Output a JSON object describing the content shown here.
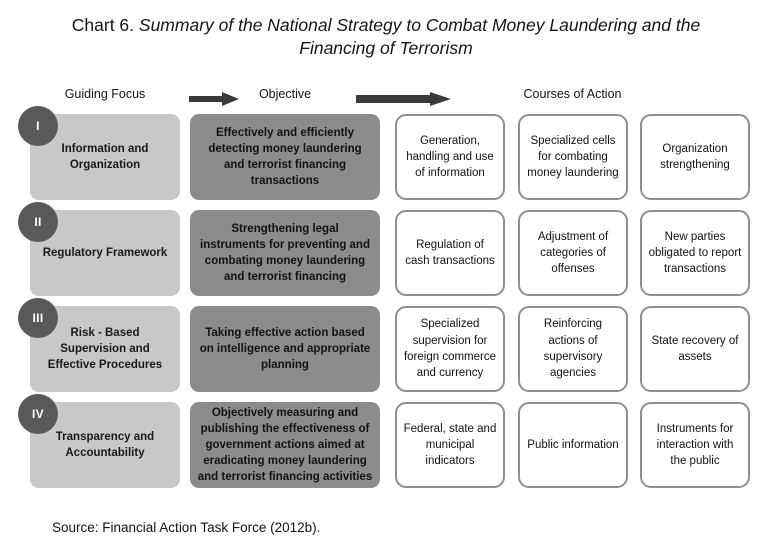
{
  "title": {
    "prefix": "Chart 6.",
    "main": "Summary of the National Strategy to Combat Money Laundering and the Financing of Terrorism"
  },
  "columns": {
    "guiding_focus": "Guiding Focus",
    "objective": "Objective",
    "courses_of_action": "Courses of Action"
  },
  "colors": {
    "numeral_circle": "#595959",
    "focus_box": "#c8c8c8",
    "objective_box": "#8c8c8c",
    "action_box_border": "#8f8f8f",
    "action_box_fill": "#ffffff",
    "arrow": "#3a3a3a"
  },
  "rows": [
    {
      "numeral": "I",
      "focus": "Information and Organization",
      "objective": "Effectively and efficiently detecting money laundering and terrorist financing transactions",
      "actions": [
        "Generation, handling and use of information",
        "Specialized cells for combating money laundering",
        "Organization strengthening"
      ]
    },
    {
      "numeral": "II",
      "focus": "Regulatory Framework",
      "objective": "Strengthening legal instruments for preventing and combating money laundering and terrorist financing",
      "actions": [
        "Regulation of cash transactions",
        "Adjustment of categories of offenses",
        "New parties obligated to report transactions"
      ]
    },
    {
      "numeral": "III",
      "focus": "Risk - Based Supervision and Effective Procedures",
      "objective": "Taking effective action based on intelligence and appropriate planning",
      "actions": [
        "Specialized supervision for foreign commerce and currency",
        "Reinforcing actions of supervisory agencies",
        "State recovery of assets"
      ]
    },
    {
      "numeral": "IV",
      "focus": "Transparency and Accountability",
      "objective": "Objectively measuring and publishing the effectiveness of government actions aimed at eradicating money laundering and terrorist financing activities",
      "actions": [
        "Federal, state and municipal indicators",
        "Public information",
        "Instruments for interaction with the public"
      ]
    }
  ],
  "source": "Source: Financial Action Task Force (2012b)."
}
